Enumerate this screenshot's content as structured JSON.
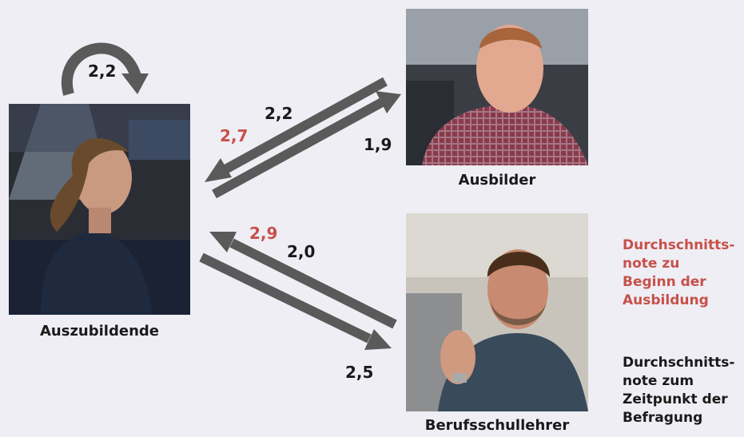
{
  "nodes": {
    "trainee": "Auszubildende",
    "trainer": "Ausbilder",
    "teacher": "Berufsschullehrer"
  },
  "values": {
    "self": "2,2",
    "to_trainer_current": "2,2",
    "to_trainer_initial": "2,7",
    "from_trainer": "1,9",
    "to_teacher_initial": "2,9",
    "to_teacher_current": "2,0",
    "from_teacher": "2,5"
  },
  "legend": {
    "initial": [
      "Durchschnitts-",
      "note zu",
      "Beginn der",
      "Ausbildung"
    ],
    "current": [
      "Durchschnitts-",
      "note zum",
      "Zeitpunkt der",
      "Befragung"
    ]
  },
  "colors": {
    "initial": "#c8504a",
    "current": "#1a1a1a",
    "arrow": "#5a5a5a"
  }
}
